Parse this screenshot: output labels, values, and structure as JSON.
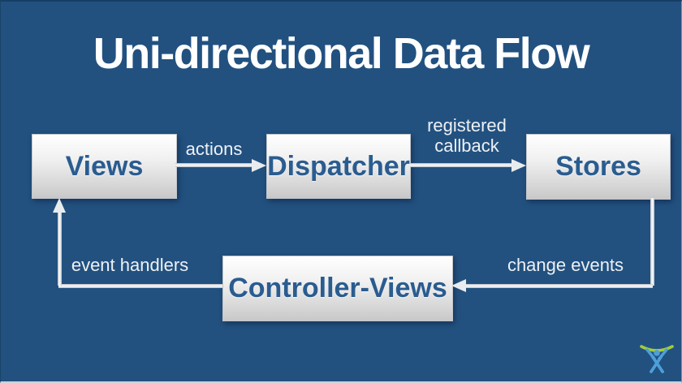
{
  "slide": {
    "title": "Uni-directional Data Flow"
  },
  "nodes": [
    {
      "id": "views",
      "label": "Views"
    },
    {
      "id": "dispatcher",
      "label": "Dispatcher"
    },
    {
      "id": "stores",
      "label": "Stores"
    },
    {
      "id": "controller-views",
      "label": "Controller-Views"
    }
  ],
  "edges": [
    {
      "from": "views",
      "to": "dispatcher",
      "label": "actions"
    },
    {
      "from": "dispatcher",
      "to": "stores",
      "label": "registered callback"
    },
    {
      "from": "stores",
      "to": "controller-views",
      "label": "change events"
    },
    {
      "from": "controller-views",
      "to": "views",
      "label": "event handlers"
    }
  ],
  "icons": {
    "logo": "atlassian-logo"
  },
  "colors": {
    "background": "#225180",
    "title_text": "#ffffff",
    "node_text": "#2a5c90",
    "node_gradient_top": "#ffffff",
    "node_gradient_bottom": "#c8c8c8",
    "edge_label_text": "#eef1f4",
    "arrow": "#e9ecee",
    "logo_figure": "#4e9fd8",
    "logo_arc": "#a3cc3a"
  }
}
